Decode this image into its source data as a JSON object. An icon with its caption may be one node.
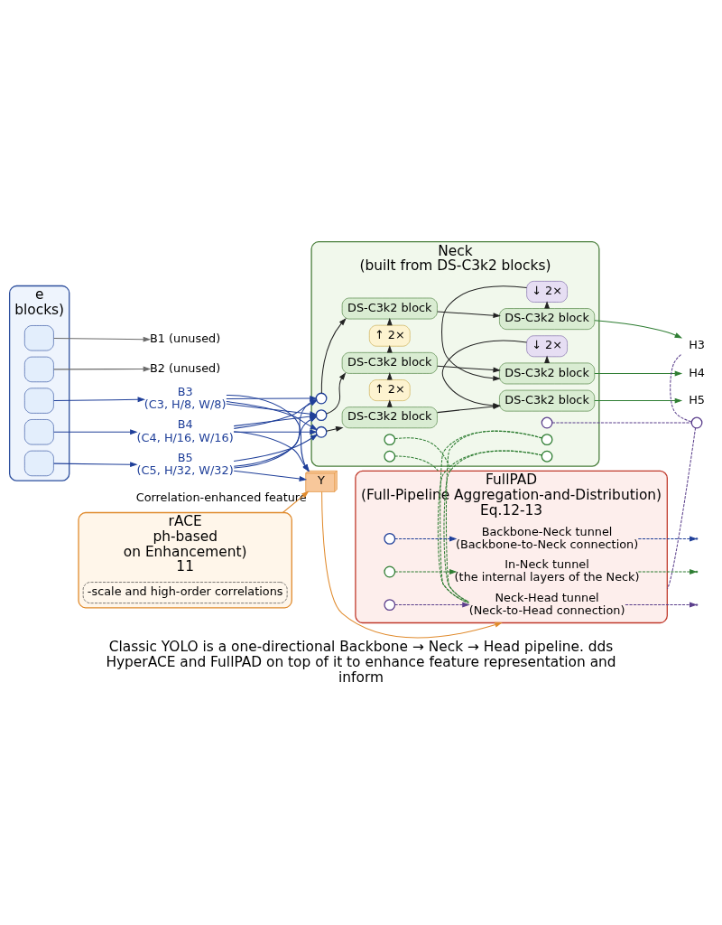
{
  "diagram": {
    "nodes": [
      {
        "text": [
          "e",
          "blocks)"
        ]
      },
      {
        "text": [],
        "shape": "box",
        "in": 0
      },
      {
        "text": [],
        "shape": "box",
        "in": 0
      },
      {
        "text": [],
        "shape": "box",
        "in": 0
      },
      {
        "text": [],
        "shape": "box",
        "in": 0
      },
      {
        "text": [],
        "shape": "box",
        "in": 0
      },
      {
        "text": [
          "B1 (unused)"
        ]
      },
      {
        "text": [
          "B2 (unused)"
        ]
      },
      {
        "text": [
          "B3",
          "(C3, H/8, W/8)"
        ]
      },
      {
        "text": [
          "B4",
          "(C4, H/16, W/16)"
        ]
      },
      {
        "text": [
          "B5",
          "(C5, H/32, W/32)"
        ]
      },
      {
        "text": [
          "Neck",
          "(built from DS-C3k2 blocks)"
        ]
      },
      {
        "text": [],
        "shape": "circle",
        "in": 11
      },
      {
        "text": [],
        "shape": "circle",
        "in": 11
      },
      {
        "text": [],
        "shape": "circle",
        "in": 11
      },
      {
        "text": [
          "DS-C3k2 block"
        ],
        "in": 11
      },
      {
        "text": [
          "DS-C3k2 block"
        ],
        "in": 11
      },
      {
        "text": [
          "↑ 2×"
        ],
        "in": 11
      },
      {
        "text": [
          "↓ 2×"
        ],
        "in": 11
      },
      {
        "text": [
          "DS-C3k2 block"
        ],
        "in": 11
      },
      {
        "text": [
          "DS-C3k2 block"
        ],
        "in": 11
      },
      {
        "text": [
          "↑ 2×"
        ],
        "in": 11
      },
      {
        "text": [
          "↓ 2×"
        ],
        "in": 11
      },
      {
        "text": [
          "DS-C3k2 block"
        ],
        "in": 11
      },
      {
        "text": [
          "DS-C3k2 block"
        ],
        "in": 11
      },
      {
        "text": [],
        "shape": "circle",
        "in": 11
      },
      {
        "text": [],
        "shape": "circle",
        "in": 11
      },
      {
        "text": [],
        "shape": "circle",
        "in": 11
      },
      {
        "text": [],
        "shape": "circle",
        "in": 11
      },
      {
        "text": [],
        "shape": "circle",
        "in": 11
      },
      {
        "text": [
          "H3"
        ]
      },
      {
        "text": [
          "H4"
        ]
      },
      {
        "text": [
          "H5"
        ]
      },
      {
        "text": [],
        "shape": "circle"
      },
      {
        "text": [
          "rACE",
          "ph-based",
          "on Enhancement)",
          "11"
        ]
      },
      {
        "text": [
          "-scale and high-order correlations"
        ],
        "in": 34
      },
      {
        "text": [
          "Y"
        ],
        "beside": [
          "Correlation-enhanced feature"
        ]
      },
      {
        "text": [
          "FullPAD",
          "(Full-Pipeline Aggregation-and-Distribution)",
          "Eq.12-13"
        ]
      },
      {
        "text": [],
        "shape": "circle",
        "in": 37
      },
      {
        "text": [
          "Backbone-Neck tunnel",
          "(Backbone-to-Neck connection)"
        ],
        "in": 37
      },
      {
        "text": [],
        "shape": "circle",
        "in": 37
      },
      {
        "text": [
          "In-Neck tunnel",
          "(the internal layers of the Neck)"
        ],
        "in": 37
      },
      {
        "text": [],
        "shape": "circle",
        "in": 37
      },
      {
        "text": [
          "Neck-Head tunnel",
          "(Neck-to-Head connection)"
        ],
        "in": 37
      }
    ],
    "edges": [
      {
        "from": 1,
        "to": 6,
        "arrow": "to",
        "color": "#6b6b6b"
      },
      {
        "from": 2,
        "to": 7,
        "arrow": "to",
        "color": "#6b6b6b"
      },
      {
        "from": 3,
        "to": 8,
        "arrow": "to",
        "color": "#1f3f99"
      },
      {
        "from": 4,
        "to": 9,
        "arrow": "to",
        "color": "#1f3f99"
      },
      {
        "from": 5,
        "to": 10,
        "arrow": "to",
        "color": "#1f3f99"
      },
      {
        "from": 8,
        "to": 12,
        "arrow": "to",
        "color": "#1f3f99"
      },
      {
        "from": 8,
        "to": 13,
        "arrow": "to",
        "color": "#1f3f99"
      },
      {
        "from": 8,
        "to": 14,
        "arrow": "to",
        "color": "#1f3f99"
      },
      {
        "from": 9,
        "to": 12,
        "arrow": "to",
        "color": "#1f3f99"
      },
      {
        "from": 9,
        "to": 13,
        "arrow": "to",
        "color": "#1f3f99"
      },
      {
        "from": 9,
        "to": 14,
        "arrow": "to",
        "color": "#1f3f99"
      },
      {
        "from": 10,
        "to": 12,
        "arrow": "to",
        "color": "#1f3f99"
      },
      {
        "from": 10,
        "to": 13,
        "arrow": "to",
        "color": "#1f3f99"
      },
      {
        "from": 10,
        "to": 14,
        "arrow": "to",
        "color": "#1f3f99"
      },
      {
        "from": 8,
        "to": 36,
        "arrow": "to",
        "color": "#1f3f99"
      },
      {
        "from": 9,
        "to": 36,
        "arrow": "to",
        "color": "#1f3f99"
      },
      {
        "from": 10,
        "to": 36,
        "arrow": "to",
        "color": "#1f3f99"
      },
      {
        "from": 12,
        "to": 15,
        "arrow": "to",
        "color": "#222222"
      },
      {
        "from": 13,
        "to": 19,
        "arrow": "to",
        "color": "#222222"
      },
      {
        "from": 14,
        "to": 23,
        "arrow": "to",
        "color": "#222222"
      },
      {
        "from": 15,
        "to": 16,
        "arrow": "to",
        "color": "#222222"
      },
      {
        "from": 19,
        "to": 20,
        "arrow": "to",
        "color": "#222222"
      },
      {
        "from": 23,
        "to": 24,
        "arrow": "to",
        "color": "#222222"
      },
      {
        "from": 23,
        "to": 21,
        "arrow": "to",
        "color": "#222222"
      },
      {
        "from": 21,
        "to": 19,
        "arrow": "to",
        "color": "#222222"
      },
      {
        "from": 19,
        "to": 17,
        "arrow": "to",
        "color": "#222222"
      },
      {
        "from": 17,
        "to": 15,
        "arrow": "to",
        "color": "#222222"
      },
      {
        "from": 16,
        "to": 18,
        "arrow": "to",
        "color": "#222222"
      },
      {
        "from": 18,
        "to": 20,
        "arrow": "to",
        "color": "#222222"
      },
      {
        "from": 20,
        "to": 22,
        "arrow": "to",
        "color": "#222222"
      },
      {
        "from": 22,
        "to": 24,
        "arrow": "to",
        "color": "#222222"
      },
      {
        "from": 16,
        "to": 30,
        "arrow": "to",
        "color": "#2e7d32"
      },
      {
        "from": 20,
        "to": 31,
        "arrow": "to",
        "color": "#2e7d32"
      },
      {
        "from": 24,
        "to": 32,
        "arrow": "to",
        "color": "#2e7d32"
      },
      {
        "from": 25,
        "to": 37,
        "arrow": "none",
        "style": "dashed",
        "color": "#2e7d32"
      },
      {
        "from": 26,
        "to": 37,
        "arrow": "none",
        "style": "dashed",
        "color": "#2e7d32"
      },
      {
        "from": 27,
        "to": 37,
        "arrow": "none",
        "style": "dashed",
        "color": "#2e7d32"
      },
      {
        "from": 28,
        "to": 37,
        "arrow": "none",
        "style": "dashed",
        "color": "#2e7d32"
      },
      {
        "from": 29,
        "to": 33,
        "arrow": "none",
        "style": "dashed",
        "color": "#5b3f8c"
      },
      {
        "from": 30,
        "to": 33,
        "arrow": "none",
        "style": "dashed",
        "color": "#5b3f8c"
      },
      {
        "from": 33,
        "to": 37,
        "arrow": "none",
        "style": "dashed",
        "color": "#5b3f8c"
      },
      {
        "from": 34,
        "to": 36,
        "arrow": "to",
        "color": "#e08a2c"
      },
      {
        "from": 36,
        "to": 37,
        "arrow": "to",
        "color": "#e08a2c"
      },
      {
        "from": 38,
        "to": 39,
        "arrow": "to",
        "style": "dashed",
        "color": "#1f3f99"
      },
      {
        "from": 39,
        "to": null,
        "arrow": "to",
        "style": "dashed",
        "color": "#1f3f99"
      },
      {
        "from": 40,
        "to": 41,
        "arrow": "to",
        "style": "dashed",
        "color": "#2e7d32"
      },
      {
        "from": 41,
        "to": null,
        "arrow": "to",
        "style": "dashed",
        "color": "#2e7d32"
      },
      {
        "from": 42,
        "to": 43,
        "arrow": "to",
        "style": "dashed",
        "color": "#5b3f8c"
      },
      {
        "from": 43,
        "to": null,
        "arrow": "to",
        "style": "dashed",
        "color": "#5b3f8c"
      }
    ],
    "caption": "Classic YOLO is a one-directional Backbone → Neck → Head pipeline. dds HyperACE and FullPAD on top of it to enhance feature representation and inform"
  }
}
